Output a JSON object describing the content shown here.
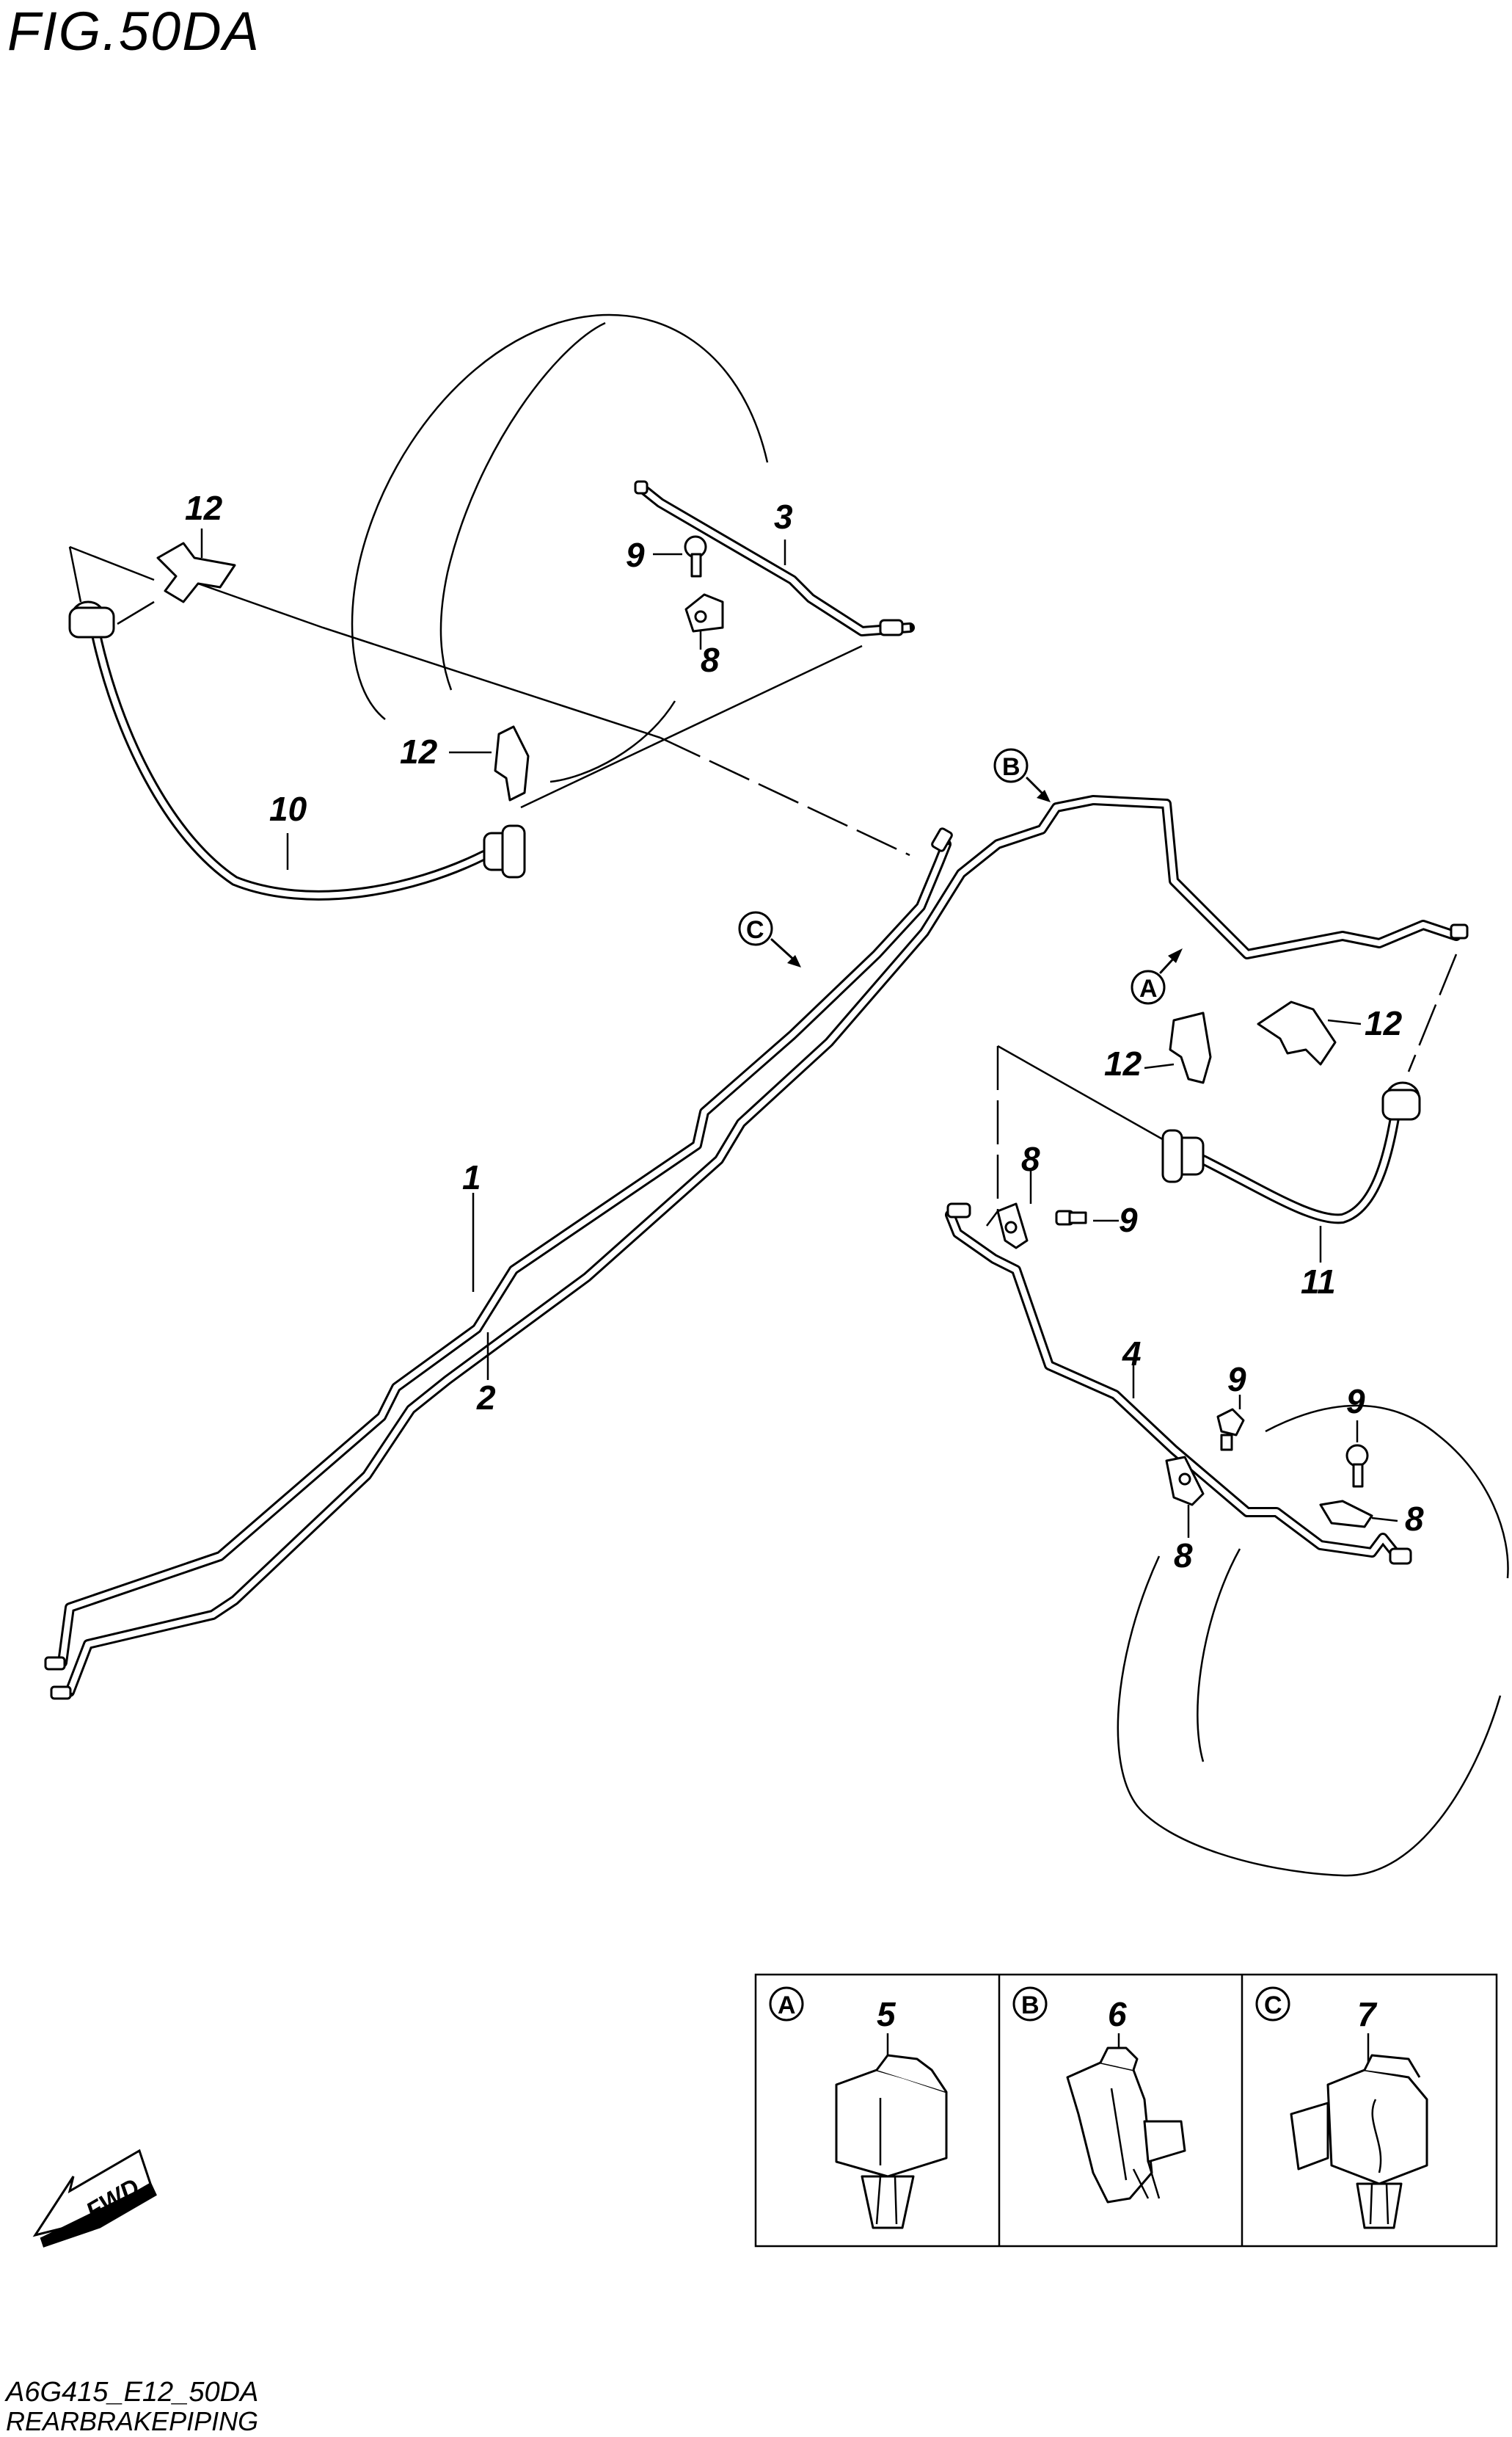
{
  "figure": {
    "title": "FIG.50DA",
    "code": "A6G415_E12_50DA",
    "section": "REARBRAKEPIPING"
  },
  "callouts": {
    "p1": "1",
    "p2": "2",
    "p3": "3",
    "p4": "4",
    "p8a": "8",
    "p8b": "8",
    "p8c": "8",
    "p8d": "8",
    "p9a": "9",
    "p9b": "9",
    "p9c": "9",
    "p9d": "9",
    "p10": "10",
    "p11": "11",
    "p12a": "12",
    "p12b": "12",
    "p12c": "12",
    "p12d": "12"
  },
  "reference_markers": {
    "A": "A",
    "B": "B",
    "C": "C"
  },
  "detail_panels": [
    {
      "marker": "A",
      "part": "5"
    },
    {
      "marker": "B",
      "part": "6"
    },
    {
      "marker": "C",
      "part": "7"
    }
  ],
  "fwd_arrow": {
    "label": "FWD"
  },
  "icons": [
    "fwd-arrow-icon",
    "brake-clip-icon"
  ]
}
